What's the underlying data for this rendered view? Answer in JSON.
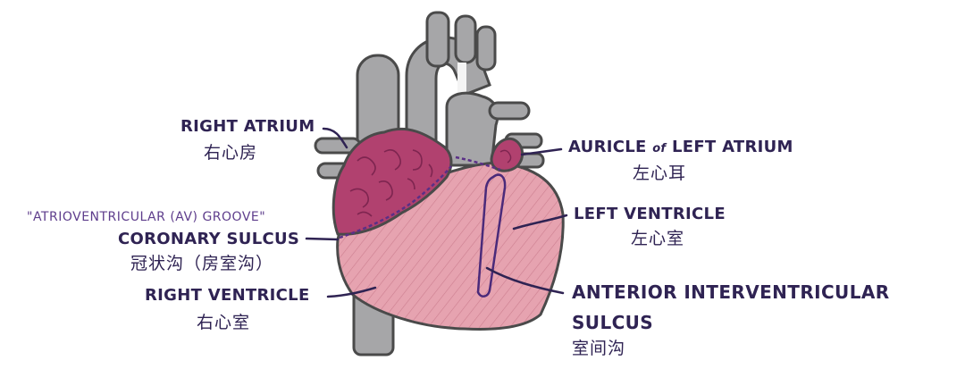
{
  "labels": {
    "right_atrium": {
      "en": "RIGHT ATRIUM",
      "zh": "右心房"
    },
    "auricle_left_atrium": {
      "en_pre": "AURICLE ",
      "en_of": "of",
      "en_post": " LEFT ATRIUM",
      "zh": "左心耳"
    },
    "av_groove": {
      "alias": "\"ATRIOVENTRICULAR (AV) GROOVE\"",
      "en": "CORONARY SULCUS",
      "zh": "冠状沟（房室沟）"
    },
    "left_ventricle": {
      "en": "LEFT VENTRICLE",
      "zh": "左心室"
    },
    "right_ventricle": {
      "en": "RIGHT VENTRICLE",
      "zh": "右心室"
    },
    "anterior_interventricular_sulcus": {
      "en_line1": "ANTERIOR INTERVENTRICULAR",
      "en_line2": "SULCUS",
      "zh": "室间沟"
    }
  },
  "colors": {
    "vessel_grey": "#a6a6a8",
    "vessel_outline": "#4a4a4a",
    "atrium_magenta": "#b1416f",
    "ventricle_pink": "#e6a3b0",
    "ventricle_stripes": "#c97a8c",
    "groove_purple": "#5a2f86",
    "label_ink": "#2f2353"
  }
}
